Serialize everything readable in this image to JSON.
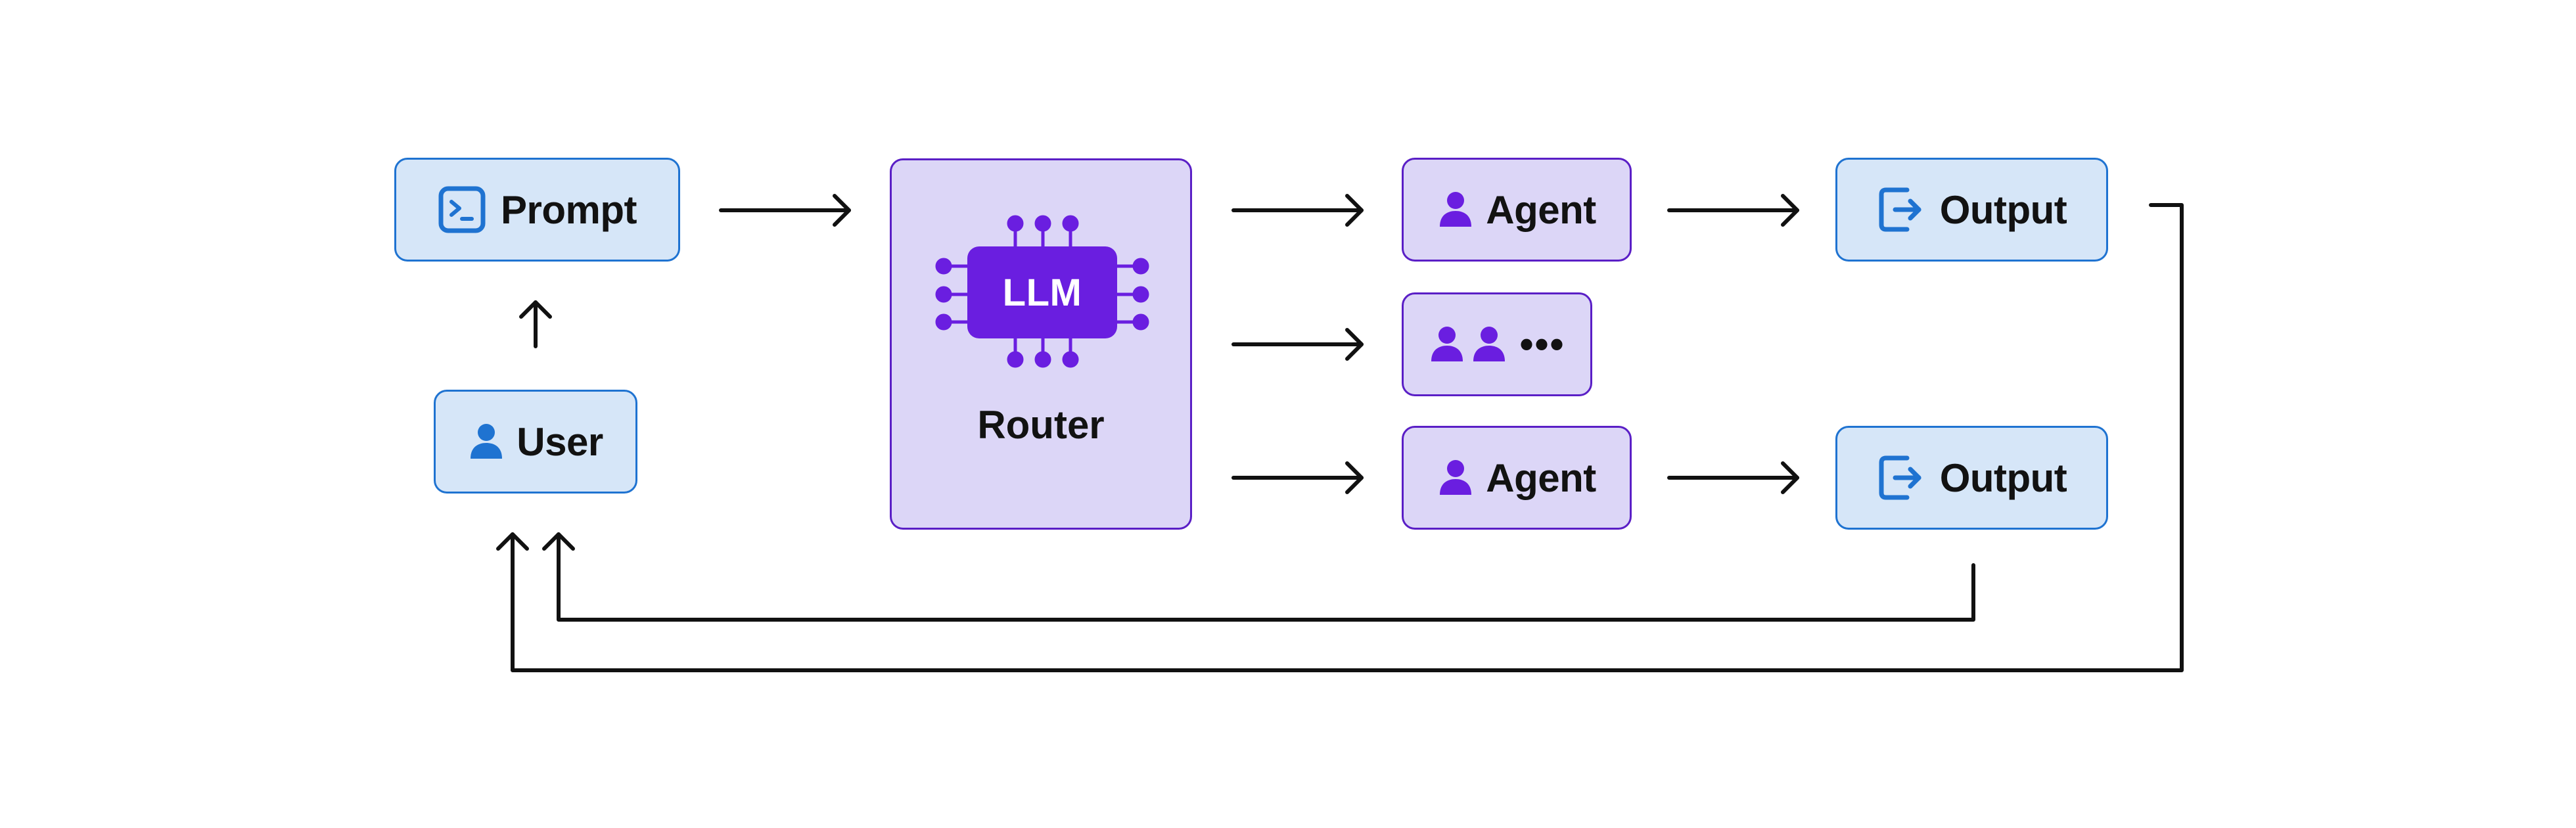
{
  "nodes": {
    "prompt": {
      "label": "Prompt",
      "icon": "terminal-icon"
    },
    "user": {
      "label": "User",
      "icon": "person-icon"
    },
    "router": {
      "label": "Router",
      "chip_label": "LLM",
      "icon": "chip-icon"
    },
    "agent_top": {
      "label": "Agent",
      "icon": "person-icon"
    },
    "agent_group": {
      "label": "•••",
      "icon": "people-icon"
    },
    "agent_bottom": {
      "label": "Agent",
      "icon": "person-icon"
    },
    "output_top": {
      "label": "Output",
      "icon": "exit-box-icon"
    },
    "output_bottom": {
      "label": "Output",
      "icon": "exit-box-icon"
    }
  },
  "edges": [
    {
      "from": "user",
      "to": "prompt"
    },
    {
      "from": "prompt",
      "to": "router"
    },
    {
      "from": "router",
      "to": "agent_top"
    },
    {
      "from": "router",
      "to": "agent_group"
    },
    {
      "from": "router",
      "to": "agent_bottom"
    },
    {
      "from": "agent_top",
      "to": "output_top"
    },
    {
      "from": "agent_bottom",
      "to": "output_bottom"
    },
    {
      "from": "output_bottom",
      "to": "user"
    },
    {
      "from": "output_top",
      "to": "user"
    }
  ],
  "colors": {
    "blue_fill": "#d6e6f8",
    "blue_stroke": "#1f73d1",
    "purple_fill": "#dcd6f7",
    "purple_stroke": "#5a1fc6",
    "chip": "#6a1ee0",
    "line": "#111111"
  }
}
